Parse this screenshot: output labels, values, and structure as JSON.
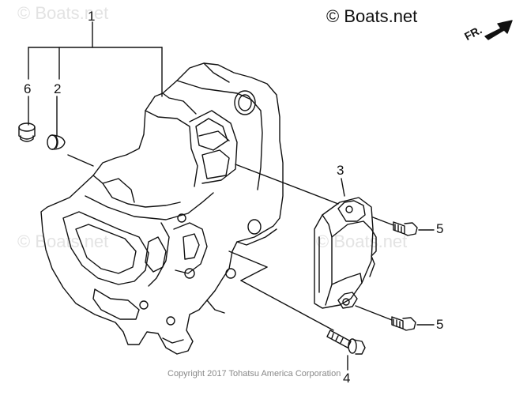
{
  "header": {
    "brand": "© Boats.net"
  },
  "watermarks": [
    "© Boats.net",
    "© Boats.net",
    "© Boats.net"
  ],
  "direction": {
    "label": "FR."
  },
  "callouts": [
    {
      "number": "1",
      "part": "bracket-housing"
    },
    {
      "number": "2",
      "part": "grommet"
    },
    {
      "number": "3",
      "part": "control-module"
    },
    {
      "number": "4",
      "part": "flange-bolt"
    },
    {
      "number": "5",
      "part": "bolt"
    },
    {
      "number": "5",
      "part": "bolt"
    },
    {
      "number": "6",
      "part": "plug"
    }
  ],
  "footer": {
    "copyright": "Copyright 2017 Tohatsu America Corporation"
  }
}
